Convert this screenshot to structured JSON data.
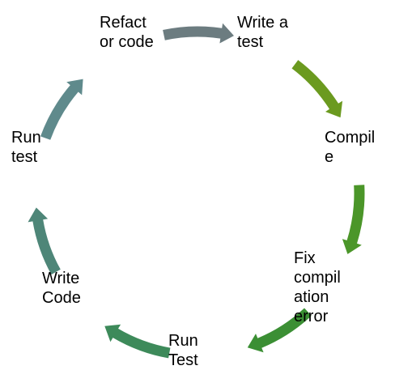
{
  "diagram": {
    "type": "cycle",
    "steps": [
      {
        "label": "Refact\nor code"
      },
      {
        "label": "Write a\ntest"
      },
      {
        "label": "Compil\ne"
      },
      {
        "label": "Fix\ncompil\nation\nerror"
      },
      {
        "label": "Run\nTest"
      },
      {
        "label": "Write\nCode"
      },
      {
        "label": "Run\ntest"
      }
    ],
    "arrows": [
      {
        "from": "Refact\nor code",
        "to": "Write a\ntest",
        "color": "#6c7c80"
      },
      {
        "from": "Write a\ntest",
        "to": "Compil\ne",
        "color": "#6b9a1f"
      },
      {
        "from": "Compil\ne",
        "to": "Fix\ncompil\nation\nerror",
        "color": "#4b9629"
      },
      {
        "from": "Fix\ncompil\nation\nerror",
        "to": "Run\nTest",
        "color": "#3b8f34"
      },
      {
        "from": "Run\nTest",
        "to": "Write\nCode",
        "color": "#3d8a5a"
      },
      {
        "from": "Write\nCode",
        "to": "Run\ntest",
        "color": "#4e8678"
      },
      {
        "from": "Run\ntest",
        "to": "Refact\nor code",
        "color": "#5f8a8c"
      }
    ]
  }
}
